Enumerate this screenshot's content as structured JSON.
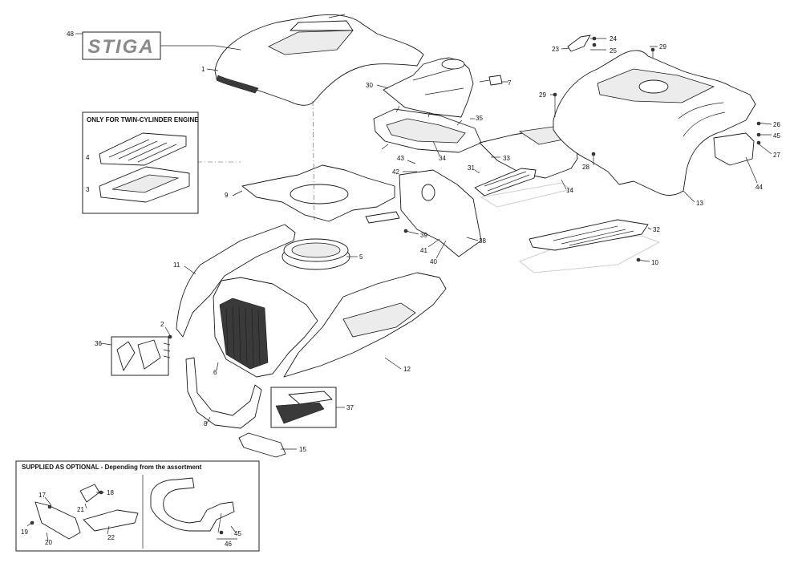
{
  "brand": {
    "logo_text": "STIGA"
  },
  "boxes": {
    "twin_cylinder": {
      "title": "ONLY FOR TWIN-CYLINDER ENGINE"
    },
    "optional": {
      "title": "SUPPLIED AS OPTIONAL - Depending from the assortment"
    }
  },
  "callouts": {
    "c1": "1",
    "c2": "2",
    "c3": "3",
    "c4": "4",
    "c5": "5",
    "c6": "6",
    "c7": "7",
    "c8": "8",
    "c9": "9",
    "c10": "10",
    "c11": "11",
    "c12": "12",
    "c13": "13",
    "c14": "14",
    "c15": "15",
    "c17": "17",
    "c18": "18",
    "c19": "19",
    "c20": "20",
    "c21": "21",
    "c22": "22",
    "c23": "23",
    "c24": "24",
    "c25": "25",
    "c26": "26",
    "c27": "27",
    "c28": "28",
    "c29a": "29",
    "c29b": "29",
    "c30": "30",
    "c31": "31",
    "c32": "32",
    "c33": "33",
    "c34": "34",
    "c35": "35",
    "c36": "36",
    "c37": "37",
    "c38": "38",
    "c39": "39",
    "c40": "40",
    "c41": "41",
    "c42": "42",
    "c43": "43",
    "c44": "44",
    "c45a": "45",
    "c45b": "45",
    "c46": "46",
    "c48": "48"
  }
}
